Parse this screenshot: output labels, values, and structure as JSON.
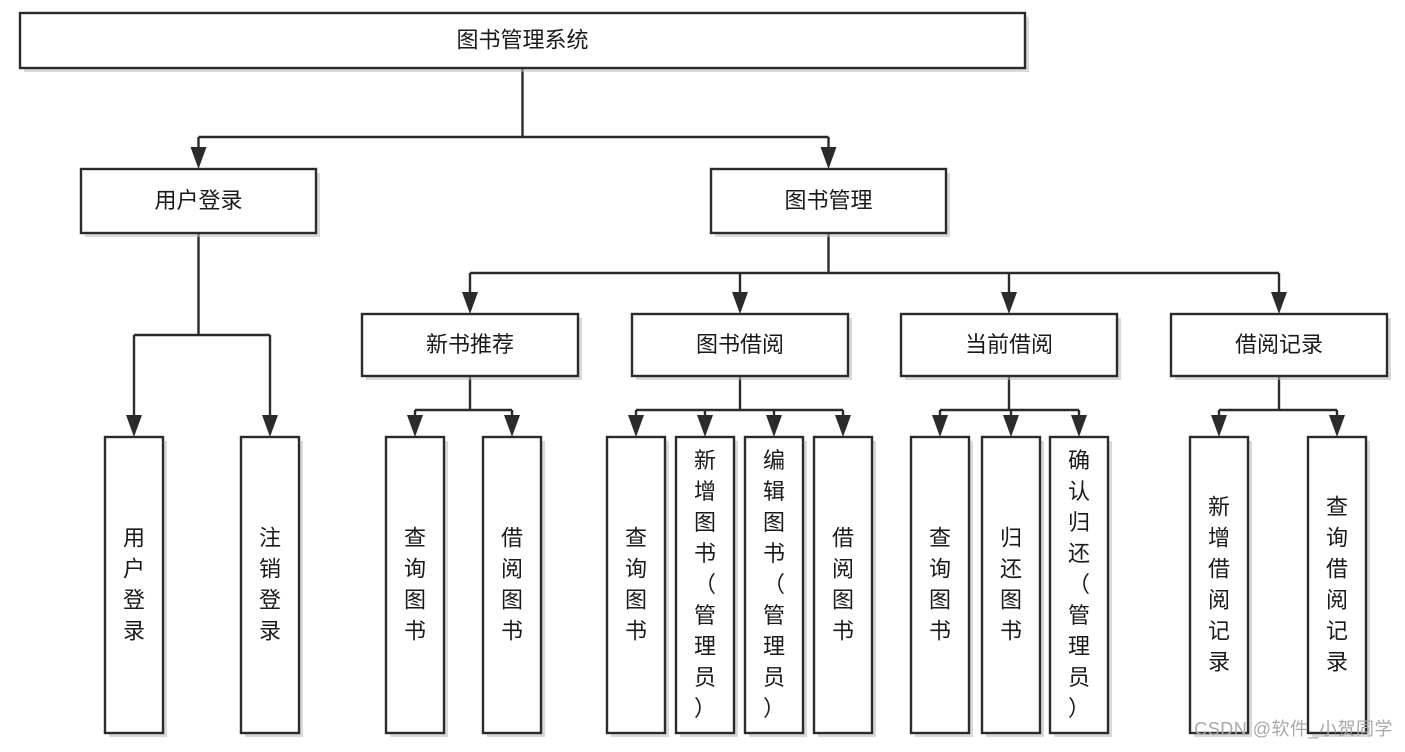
{
  "diagram": {
    "title": "图书管理系统",
    "type": "hierarchy-tree",
    "root": {
      "id": "root",
      "label": "图书管理系统",
      "orientation": "horizontal"
    },
    "level2": [
      {
        "id": "user-login",
        "label": "用户登录",
        "orientation": "horizontal"
      },
      {
        "id": "book-management",
        "label": "图书管理",
        "orientation": "horizontal"
      }
    ],
    "level3": [
      {
        "id": "new-book-recommend",
        "label": "新书推荐",
        "orientation": "horizontal",
        "parent": "book-management"
      },
      {
        "id": "book-borrow",
        "label": "图书借阅",
        "orientation": "horizontal",
        "parent": "book-management"
      },
      {
        "id": "current-borrow",
        "label": "当前借阅",
        "orientation": "horizontal",
        "parent": "book-management"
      },
      {
        "id": "borrow-record",
        "label": "借阅记录",
        "orientation": "horizontal",
        "parent": "book-management"
      }
    ],
    "leaves": [
      {
        "id": "leaf-user-login",
        "label": "用户登录",
        "orientation": "vertical",
        "parent": "user-login"
      },
      {
        "id": "leaf-logout",
        "label": "注销登录",
        "orientation": "vertical",
        "parent": "user-login"
      },
      {
        "id": "leaf-query-book-1",
        "label": "查询图书",
        "orientation": "vertical",
        "parent": "new-book-recommend"
      },
      {
        "id": "leaf-borrow-book-1",
        "label": "借阅图书",
        "orientation": "vertical",
        "parent": "new-book-recommend"
      },
      {
        "id": "leaf-query-book-2",
        "label": "查询图书",
        "orientation": "vertical",
        "parent": "book-borrow"
      },
      {
        "id": "leaf-add-book",
        "label": "新增图书（管理员）",
        "orientation": "vertical",
        "parent": "book-borrow"
      },
      {
        "id": "leaf-edit-book",
        "label": "编辑图书（管理员）",
        "orientation": "vertical",
        "parent": "book-borrow"
      },
      {
        "id": "leaf-borrow-book-2",
        "label": "借阅图书",
        "orientation": "vertical",
        "parent": "book-borrow"
      },
      {
        "id": "leaf-query-book-3",
        "label": "查询图书",
        "orientation": "vertical",
        "parent": "current-borrow"
      },
      {
        "id": "leaf-return-book",
        "label": "归还图书",
        "orientation": "vertical",
        "parent": "current-borrow"
      },
      {
        "id": "leaf-confirm-return",
        "label": "确认归还（管理员）",
        "orientation": "vertical",
        "parent": "current-borrow"
      },
      {
        "id": "leaf-add-record",
        "label": "新增借阅记录",
        "orientation": "vertical",
        "parent": "borrow-record"
      },
      {
        "id": "leaf-query-record",
        "label": "查询借阅记录",
        "orientation": "vertical",
        "parent": "borrow-record"
      }
    ]
  },
  "watermark": {
    "text": "CSDN @软件_小贺同学"
  },
  "colors": {
    "box_stroke": "#2b2b2b",
    "box_fill": "#ffffff",
    "connector": "#2b2b2b",
    "text": "#1a1a1a",
    "watermark": "#a8a8a8",
    "shadow": "#b9b9b9"
  }
}
